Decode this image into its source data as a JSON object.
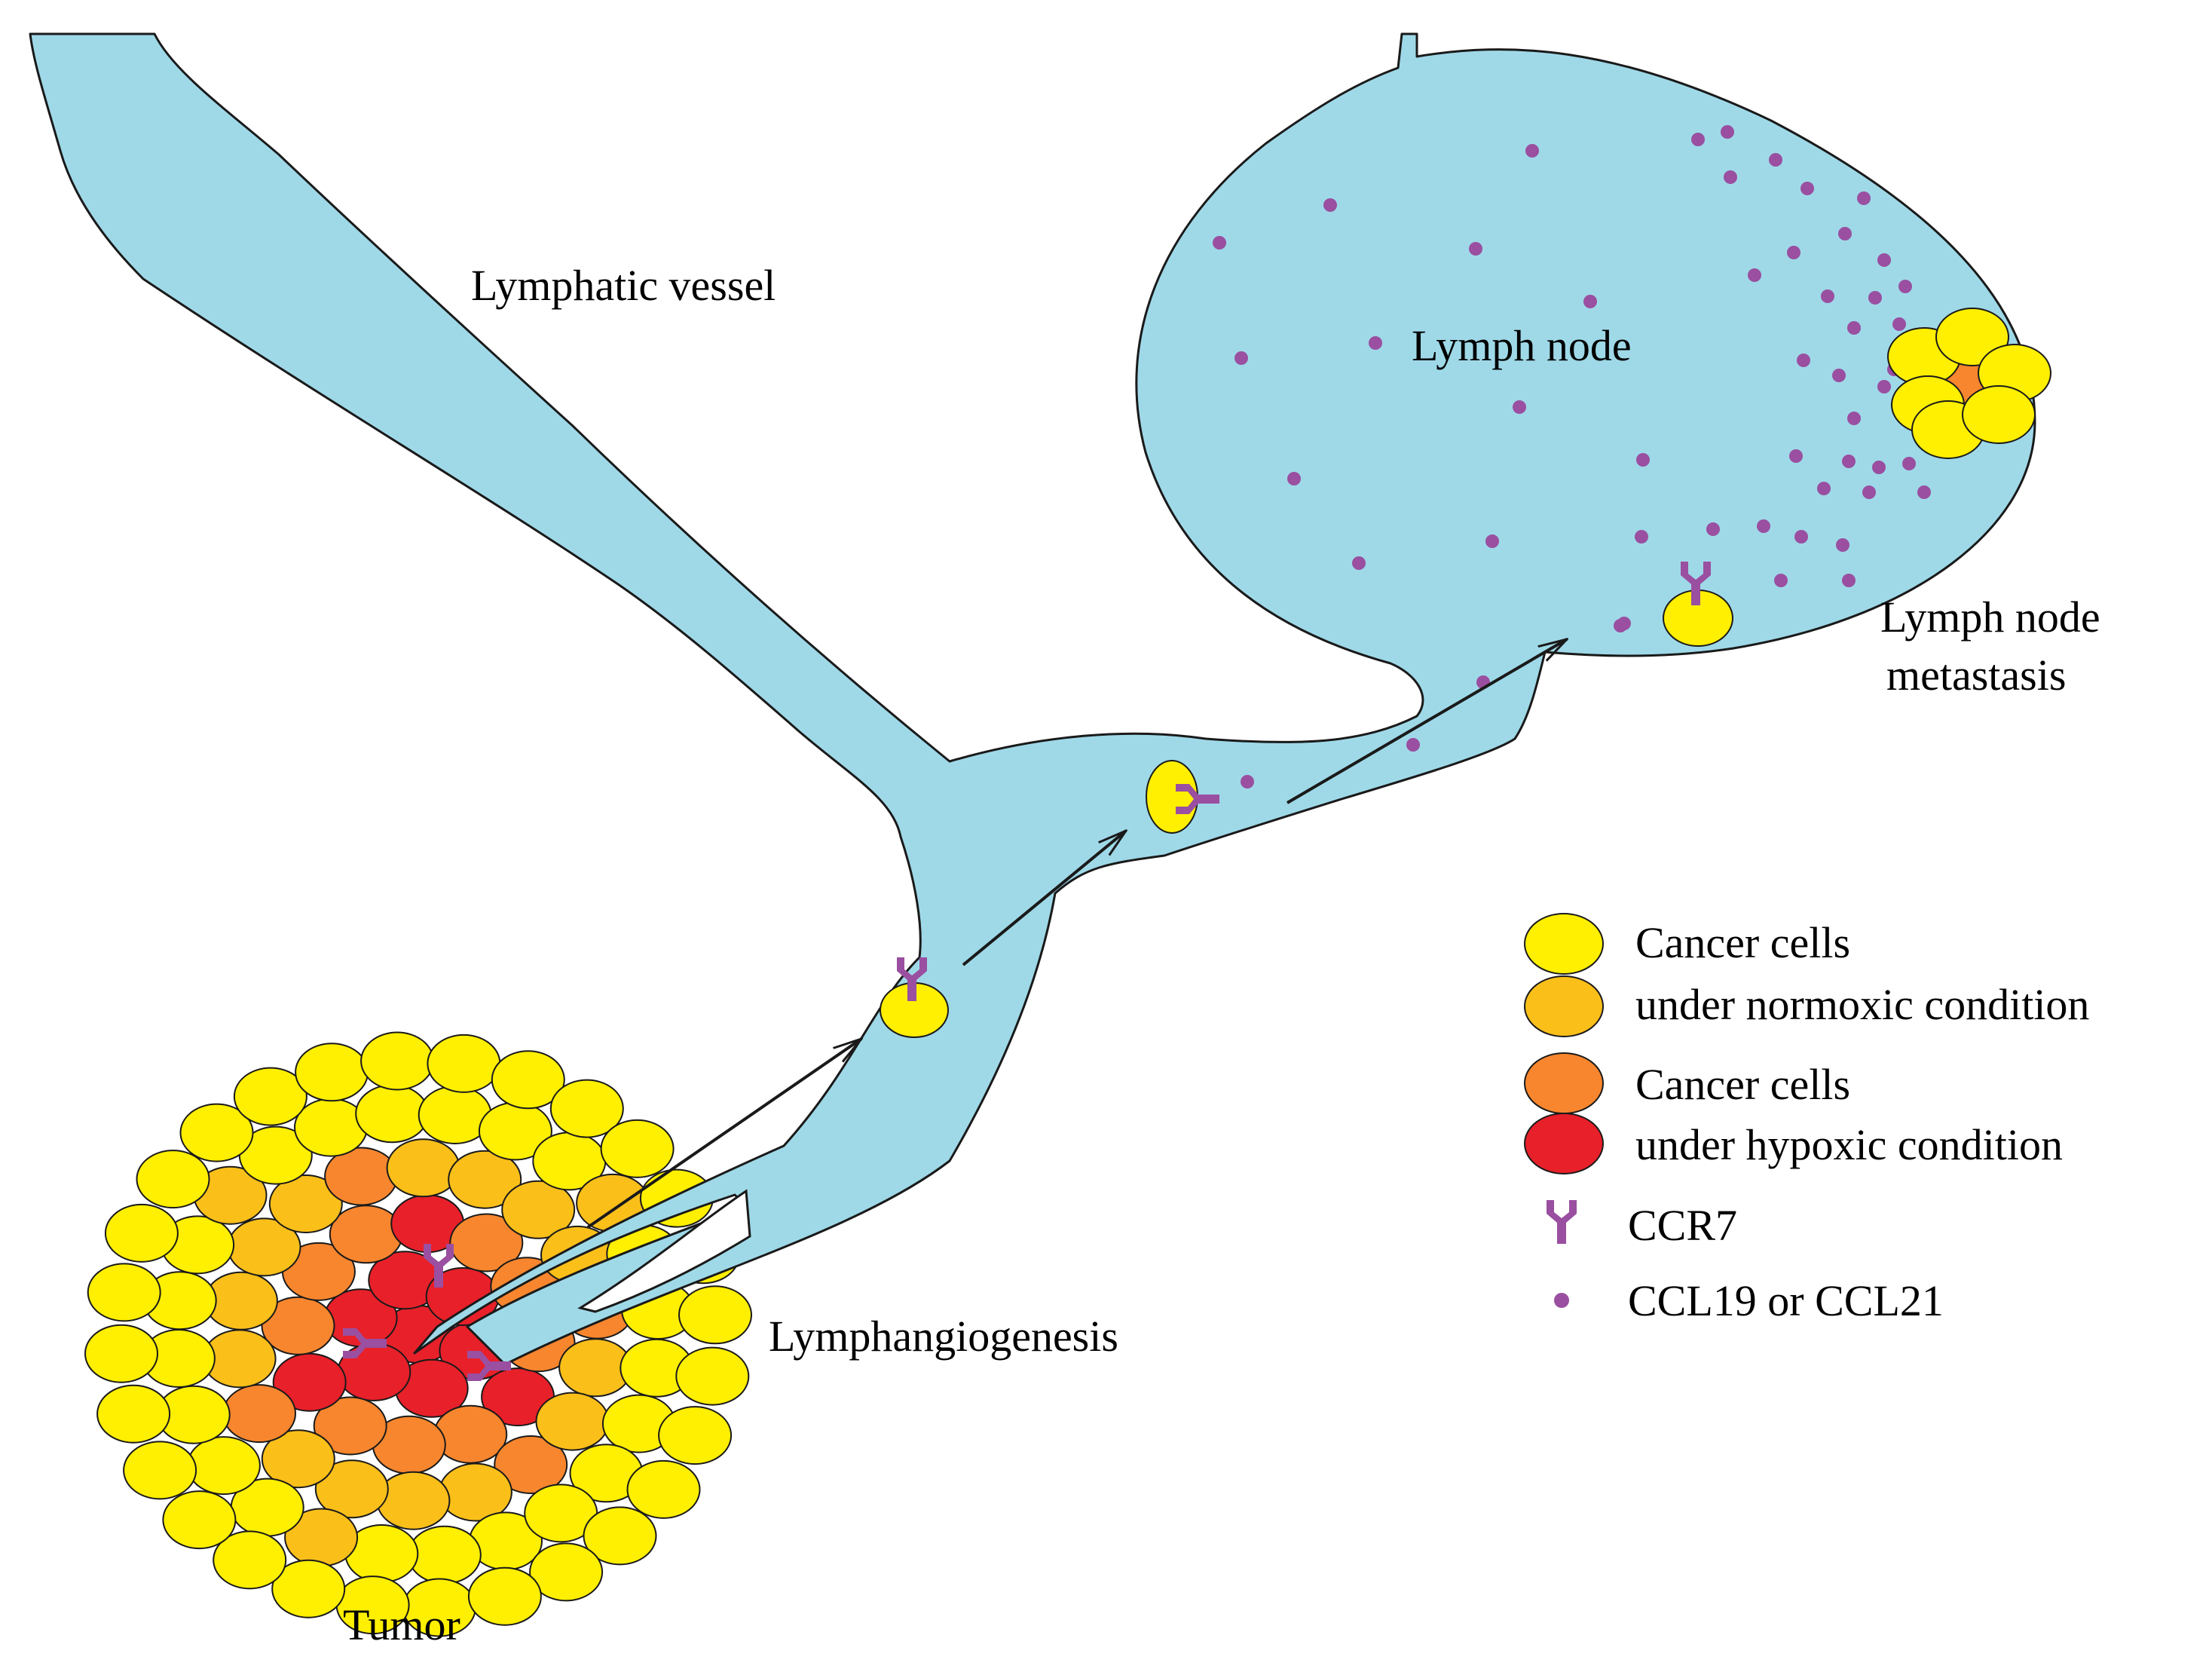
{
  "labels": {
    "lymphatic_vessel": "Lymphatic vessel",
    "lymph_node": "Lymph node",
    "lymph_node_metastasis_line1": "Lymph node",
    "lymph_node_metastasis_line2": "metastasis",
    "lymphangiogenesis": "Lymphangiogenesis",
    "tumor": "Tumor"
  },
  "legend": {
    "normoxic_line1": "Cancer cells",
    "normoxic_line2": "under normoxic condition",
    "hypoxic_line1": "Cancer cells",
    "hypoxic_line2": "under hypoxic condition",
    "ccr7": "CCR7",
    "ccl": "CCL19 or CCL21"
  },
  "colors": {
    "lymph": "#9fd9e8",
    "yellow": "#ffef00",
    "gold": "#fbbf1a",
    "orange": "#f7862e",
    "red": "#e8202a",
    "ccr7": "#9a4fa0",
    "dot": "#9a4fa0",
    "outline": "#1a1a1a"
  }
}
